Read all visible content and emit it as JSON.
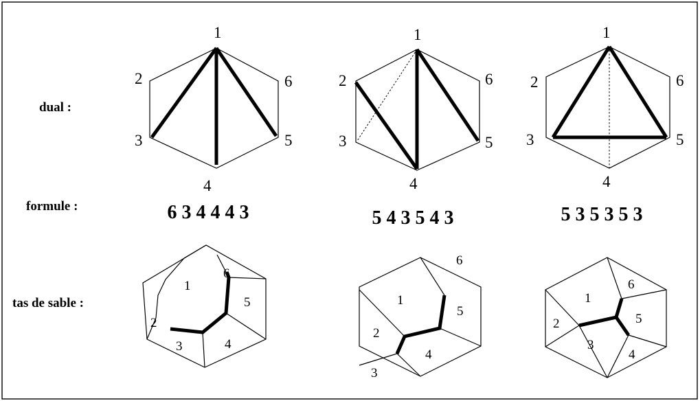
{
  "row_labels": {
    "dual": "dual :",
    "formula": "formule :",
    "sandpile": "tas de sable :"
  },
  "formulas": [
    "6 3 4 4 4 3",
    "5 4 3 5 4 3",
    "5 3 5 3 5 3"
  ],
  "dual_vertex_labels": [
    "1",
    "2",
    "3",
    "4",
    "5",
    "6"
  ],
  "sandpiles": [
    {
      "cells": [
        "1",
        "2",
        "3",
        "4",
        "5",
        "6"
      ]
    },
    {
      "cells": [
        "1",
        "2",
        "3",
        "4",
        "5",
        "6"
      ]
    },
    {
      "cells": [
        "1",
        "2",
        "3",
        "4",
        "5",
        "6"
      ]
    }
  ]
}
